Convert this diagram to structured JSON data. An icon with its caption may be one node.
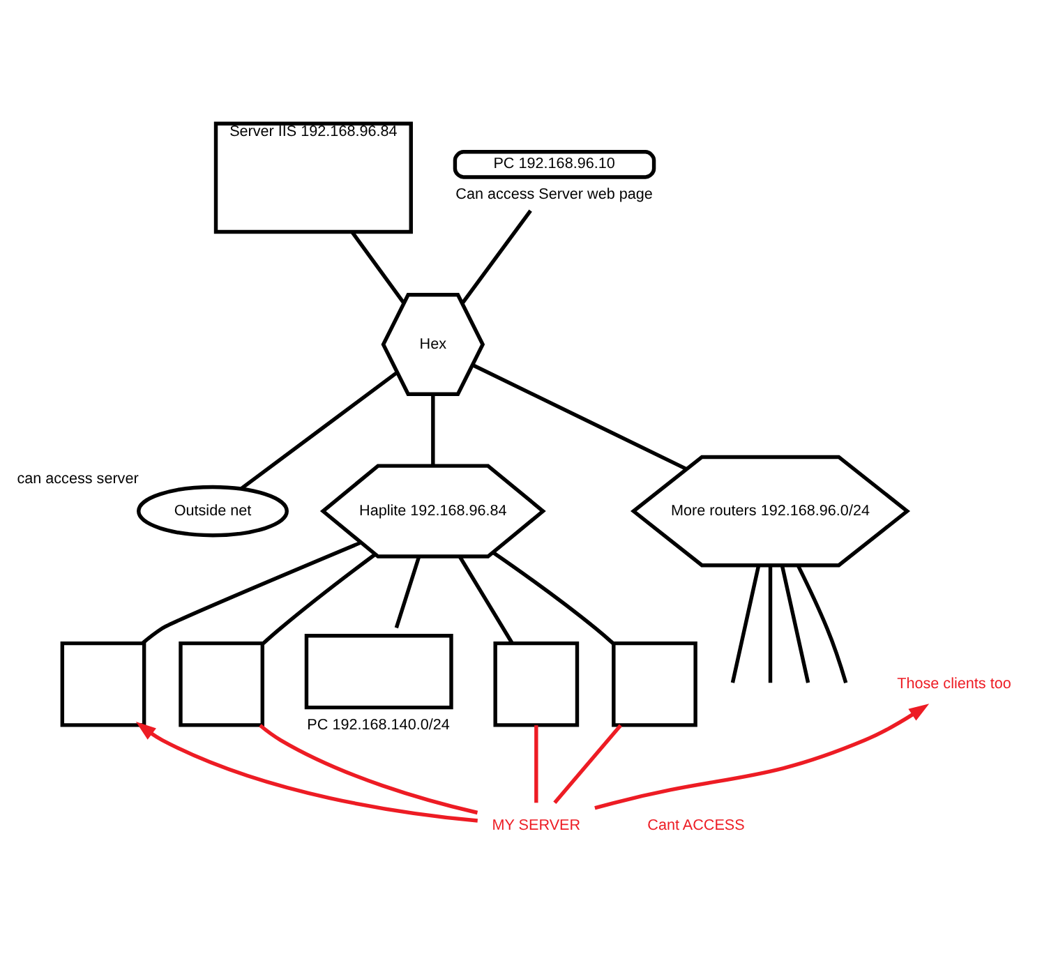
{
  "diagram": {
    "nodes": [
      {
        "text": [
          "Server IIS 192.168.96.84"
        ]
      },
      {
        "text": [
          "Outside net"
        ],
        "beside": [
          "can access server"
        ]
      },
      {
        "text": [
          "Hex"
        ]
      },
      {
        "text": [
          "PC 192.168.96.10"
        ],
        "beside": [
          "Can access Server web page"
        ]
      },
      {
        "text": [
          "Haplite 192.168.96.84"
        ]
      },
      {
        "text": [
          "More routers 192.168.96.0/24"
        ]
      },
      {
        "text": [],
        "shape": "box"
      },
      {
        "text": [],
        "shape": "box"
      },
      {
        "text": [],
        "shape": "box",
        "beside": [
          "PC 192.168.140.0/24"
        ]
      },
      {
        "text": [],
        "shape": "box"
      },
      {
        "text": [],
        "shape": "box"
      },
      {
        "text": [
          "MY SERVER"
        ]
      },
      {
        "text": [
          "Those clients too"
        ]
      }
    ],
    "edges": [
      {
        "from": 0,
        "to": 2,
        "arrow": "none"
      },
      {
        "from": 2,
        "to": 1,
        "arrow": "none"
      },
      {
        "from": 3,
        "to": 2,
        "arrow": "none"
      },
      {
        "from": 2,
        "to": 4,
        "arrow": "none"
      },
      {
        "from": 2,
        "to": 5,
        "arrow": "none"
      },
      {
        "from": 5,
        "to": null,
        "arrow": "none"
      },
      {
        "from": 5,
        "to": null,
        "arrow": "none"
      },
      {
        "from": 5,
        "to": null,
        "arrow": "none"
      },
      {
        "from": 5,
        "to": null,
        "arrow": "none"
      },
      {
        "from": 4,
        "to": 6,
        "arrow": "none"
      },
      {
        "from": 4,
        "to": 7,
        "arrow": "none"
      },
      {
        "from": 4,
        "to": 8,
        "arrow": "none"
      },
      {
        "from": 4,
        "to": 9,
        "arrow": "none"
      },
      {
        "from": 4,
        "to": 10,
        "arrow": "none"
      },
      {
        "from": 11,
        "to": 6,
        "arrow": "to",
        "color": "#ed1c24"
      },
      {
        "from": 11,
        "to": 7,
        "arrow": "none",
        "color": "#ed1c24"
      },
      {
        "from": 11,
        "to": 9,
        "arrow": "none",
        "color": "#ed1c24"
      },
      {
        "from": 11,
        "to": 10,
        "arrow": "none",
        "color": "#ed1c24"
      },
      {
        "from": 11,
        "to": 12,
        "arrow": "to",
        "color": "#ed1c24"
      }
    ],
    "labels": [
      "Cant ACCESS"
    ]
  }
}
